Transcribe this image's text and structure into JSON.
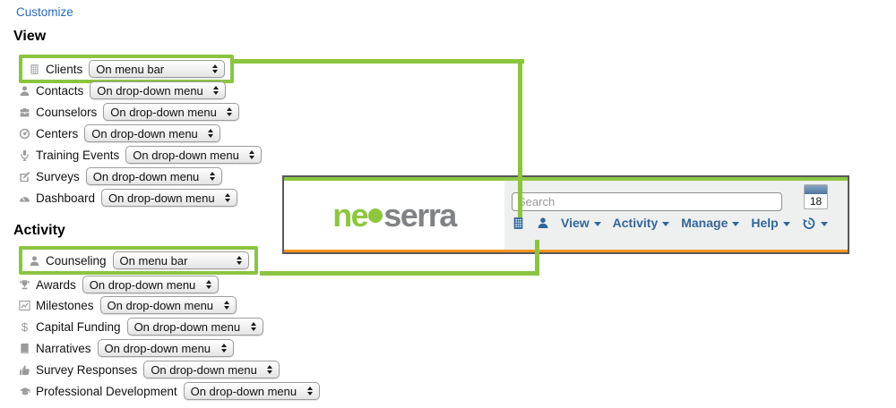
{
  "page": {
    "customize_link": "Customize"
  },
  "sections": [
    {
      "title": "View",
      "items": [
        {
          "icon": "building-icon",
          "label": "Clients",
          "value": "On menu bar",
          "highlighted": true
        },
        {
          "icon": "person-icon",
          "label": "Contacts",
          "value": "On drop-down menu",
          "highlighted": false
        },
        {
          "icon": "briefcase-icon",
          "label": "Counselors",
          "value": "On drop-down menu",
          "highlighted": false
        },
        {
          "icon": "compass-icon",
          "label": "Centers",
          "value": "On drop-down menu",
          "highlighted": false
        },
        {
          "icon": "microphone-icon",
          "label": "Training Events",
          "value": "On drop-down menu",
          "highlighted": false
        },
        {
          "icon": "compose-icon",
          "label": "Surveys",
          "value": "On drop-down menu",
          "highlighted": false
        },
        {
          "icon": "gauge-icon",
          "label": "Dashboard",
          "value": "On drop-down menu",
          "highlighted": false
        }
      ]
    },
    {
      "title": "Activity",
      "items": [
        {
          "icon": "person-icon",
          "label": "Counseling",
          "value": "On menu bar",
          "highlighted": true
        },
        {
          "icon": "trophy-icon",
          "label": "Awards",
          "value": "On drop-down menu",
          "highlighted": false
        },
        {
          "icon": "chart-line-icon",
          "label": "Milestones",
          "value": "On drop-down menu",
          "highlighted": false
        },
        {
          "icon": "dollar-icon",
          "label": "Capital Funding",
          "value": "On drop-down menu",
          "highlighted": false
        },
        {
          "icon": "book-icon",
          "label": "Narratives",
          "value": "On drop-down menu",
          "highlighted": false
        },
        {
          "icon": "thumbs-up-icon",
          "label": "Survey Responses",
          "value": "On drop-down menu",
          "highlighted": false
        },
        {
          "icon": "grad-cap-icon",
          "label": "Professional Development",
          "value": "On drop-down menu",
          "highlighted": false
        }
      ]
    }
  ],
  "preview": {
    "logo": {
      "part1": "ne",
      "part2": "serra"
    },
    "search": {
      "placeholder": "Search"
    },
    "calendar_day": "18",
    "menu": {
      "icons": [
        "building-icon",
        "person-icon"
      ],
      "items": [
        {
          "label": "View"
        },
        {
          "label": "Activity"
        },
        {
          "label": "Manage"
        },
        {
          "label": "Help"
        }
      ],
      "history_icon": "history-icon"
    }
  },
  "colors": {
    "highlight_green": "#8bc540",
    "logo_green": "#8dc63f",
    "logo_gray": "#808285",
    "accent_orange": "#f7941e",
    "menu_blue": "#336699",
    "link_blue": "#2a6cb5",
    "icon_gray": "#9b9b9b"
  },
  "dollar_glyph": "$"
}
